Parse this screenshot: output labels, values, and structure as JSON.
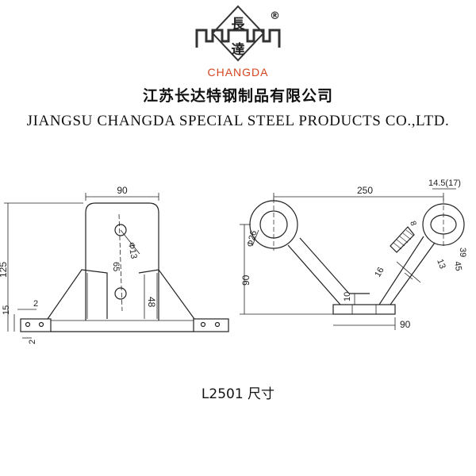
{
  "header": {
    "logo_chars": [
      "長",
      "達"
    ],
    "registered_mark": "®",
    "brand": "CHANGDA",
    "company_cn": "江苏长达特钢制品有限公司",
    "company_en": "JIANGSU CHANGDA SPECIAL STEEL PRODUCTS CO.,LTD."
  },
  "front_view": {
    "dimensions": {
      "width_top": "90",
      "hole_dia": "Φ13",
      "hole_spacing": "65",
      "height_total": "125",
      "rib_height": "48",
      "base_height": "15",
      "base_offset": "2",
      "plate_thickness": "2"
    }
  },
  "side_view": {
    "dimensions": {
      "span": "250",
      "offset": "14.5(17)",
      "ring_dia": "Φ26",
      "height": "90",
      "angle": "8",
      "d39": "39",
      "d13": "13",
      "d45": "45",
      "d16": "16",
      "d10": "10",
      "base_length": "90"
    }
  },
  "caption": "L2501 尺寸"
}
